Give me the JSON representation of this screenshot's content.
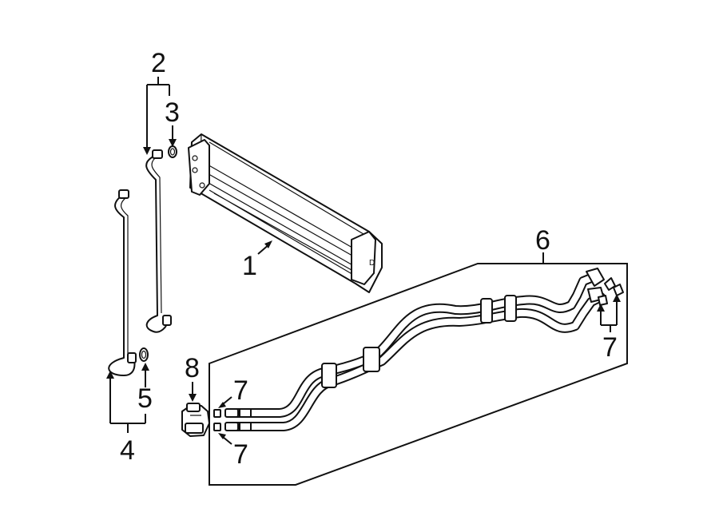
{
  "callouts": {
    "c1": "1",
    "c2": "2",
    "c3": "3",
    "c4": "4",
    "c5": "5",
    "c6": "6",
    "c7_top_left": "7",
    "c7_bottom_left": "7",
    "c7_right": "7",
    "c8": "8"
  }
}
